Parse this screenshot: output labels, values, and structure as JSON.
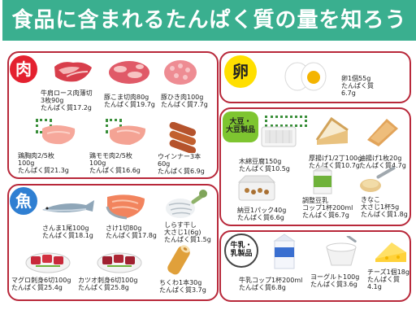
{
  "header": {
    "title": "食品に含まれるたんぱく質の量を知ろう"
  },
  "colors": {
    "header_bg": "#3aaf8f",
    "panel_border": "#b8283a",
    "meat_badge": "#e4212f",
    "fish_badge": "#2f7fd2",
    "egg_badge": "#ffdf00",
    "soy_badge": "#7ec530"
  },
  "meat": {
    "badge": "肉",
    "items": [
      {
        "label": "牛肩ロース肉薄切\n3枚90g\nたんぱく質17.2g",
        "icon": "beef-slices-icon"
      },
      {
        "label": "豚こま切肉80g\nたんぱく質19.7g",
        "icon": "pork-pieces-icon"
      },
      {
        "label": "豚ひき肉100g\nたんぱく質7.7g",
        "icon": "ground-pork-icon"
      },
      {
        "label": "鶏胸肉2/5枚\n100g\nたんぱく質21.3g",
        "icon": "chicken-breast-icon"
      },
      {
        "label": "鶏モモ肉2/5枚\n100g\nたんぱく質16.6g",
        "icon": "chicken-thigh-icon"
      },
      {
        "label": "ウインナー3本\n60g\nたんぱく質6.9g",
        "icon": "sausage-icon"
      }
    ]
  },
  "fish": {
    "badge": "魚",
    "items": [
      {
        "label": "さんま1尾100g\nたんぱく質18.1g",
        "icon": "saury-icon"
      },
      {
        "label": "さけ1切80g\nたんぱく質17.8g",
        "icon": "salmon-icon"
      },
      {
        "label": "しらす干し\n大さじ1(6g)\nたんぱく質1.5g",
        "icon": "whitebait-icon"
      },
      {
        "label": "マグロ刺身6切100g\nたんぱく質25.4g",
        "icon": "tuna-sashimi-icon"
      },
      {
        "label": "カツオ刺身6切100g\nたんぱく質25.8g",
        "icon": "bonito-sashimi-icon"
      },
      {
        "label": "ちくわ1本30g\nたんぱく質3.7g",
        "icon": "chikuwa-icon"
      }
    ]
  },
  "egg": {
    "badge": "卵",
    "items": [
      {
        "label": "卵1個55g\nたんぱく質\n6.7g",
        "icon": "boiled-egg-icon"
      }
    ]
  },
  "soy": {
    "badge": "大豆・\n大豆製品",
    "items": [
      {
        "label": "木綿豆腐150g\nたんぱく質10.5g",
        "icon": "tofu-icon"
      },
      {
        "label": "厚揚げ1/2丁100g\nたんぱく質10.7g",
        "icon": "atsuage-icon"
      },
      {
        "label": "油揚げ1枚20g\nたんぱく質4.7g",
        "icon": "aburaage-icon"
      },
      {
        "label": "納豆1パック40g\nたんぱく質6.6g",
        "icon": "natto-icon"
      },
      {
        "label": "調整豆乳\nコップ1杯200ml\nたんぱく質6.7g",
        "icon": "soy-milk-icon"
      },
      {
        "label": "きなこ\n大さじ1杯5g\nたんぱく質1.8g",
        "icon": "kinako-icon"
      }
    ]
  },
  "dairy": {
    "badge": "牛乳・\n乳製品",
    "items": [
      {
        "label": "牛乳コップ1杯200ml\nたんぱく質6.8g",
        "icon": "milk-icon"
      },
      {
        "label": "ヨーグルト100g\nたんぱく質3.6g",
        "icon": "yogurt-icon"
      },
      {
        "label": "チーズ1個18g\nたんぱく質\n4.1g",
        "icon": "cheese-icon"
      }
    ]
  }
}
